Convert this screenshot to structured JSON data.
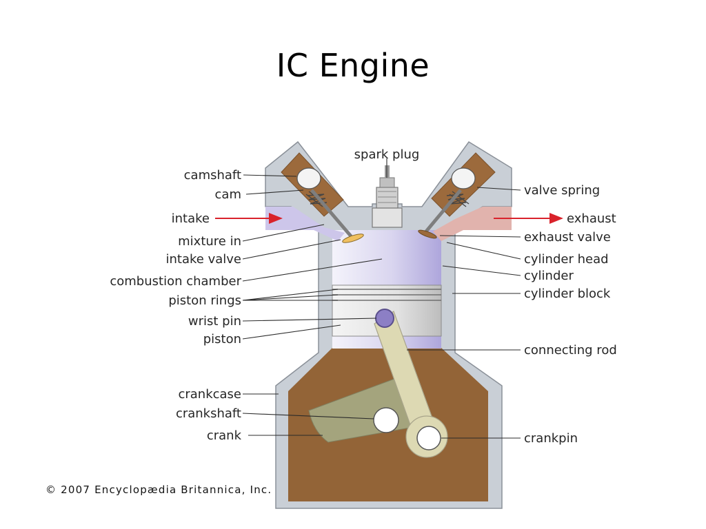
{
  "slide": {
    "title": "IC Engine",
    "copyright": "© 2007 Encyclopædia Britannica, Inc."
  },
  "labels": {
    "spark_plug": "spark plug",
    "camshaft": "camshaft",
    "cam": "cam",
    "intake": "intake",
    "mixture_in": "mixture in",
    "intake_valve": "intake valve",
    "combustion_chamber": "combustion chamber",
    "piston_rings": "piston rings",
    "wrist_pin": "wrist pin",
    "piston": "piston",
    "crankcase": "crankcase",
    "crankshaft": "crankshaft",
    "crank": "crank",
    "valve_spring": "valve spring",
    "exhaust": "exhaust",
    "exhaust_valve": "exhaust valve",
    "cylinder_head": "cylinder head",
    "cylinder": "cylinder",
    "cylinder_block": "cylinder block",
    "connecting_rod": "connecting rod",
    "crankpin": "crankpin"
  },
  "colors": {
    "block_gray": "#c9cfd6",
    "cam_brown": "#9c6a3c",
    "crankcase_brown": "#936437",
    "mixture_violet": "#cdc6ea",
    "exhaust_pink": "#e1b3ad",
    "flow_arrow_red": "#d9222b",
    "crank_olive": "#a4a47d",
    "rod_cream": "#ddd9b3"
  }
}
